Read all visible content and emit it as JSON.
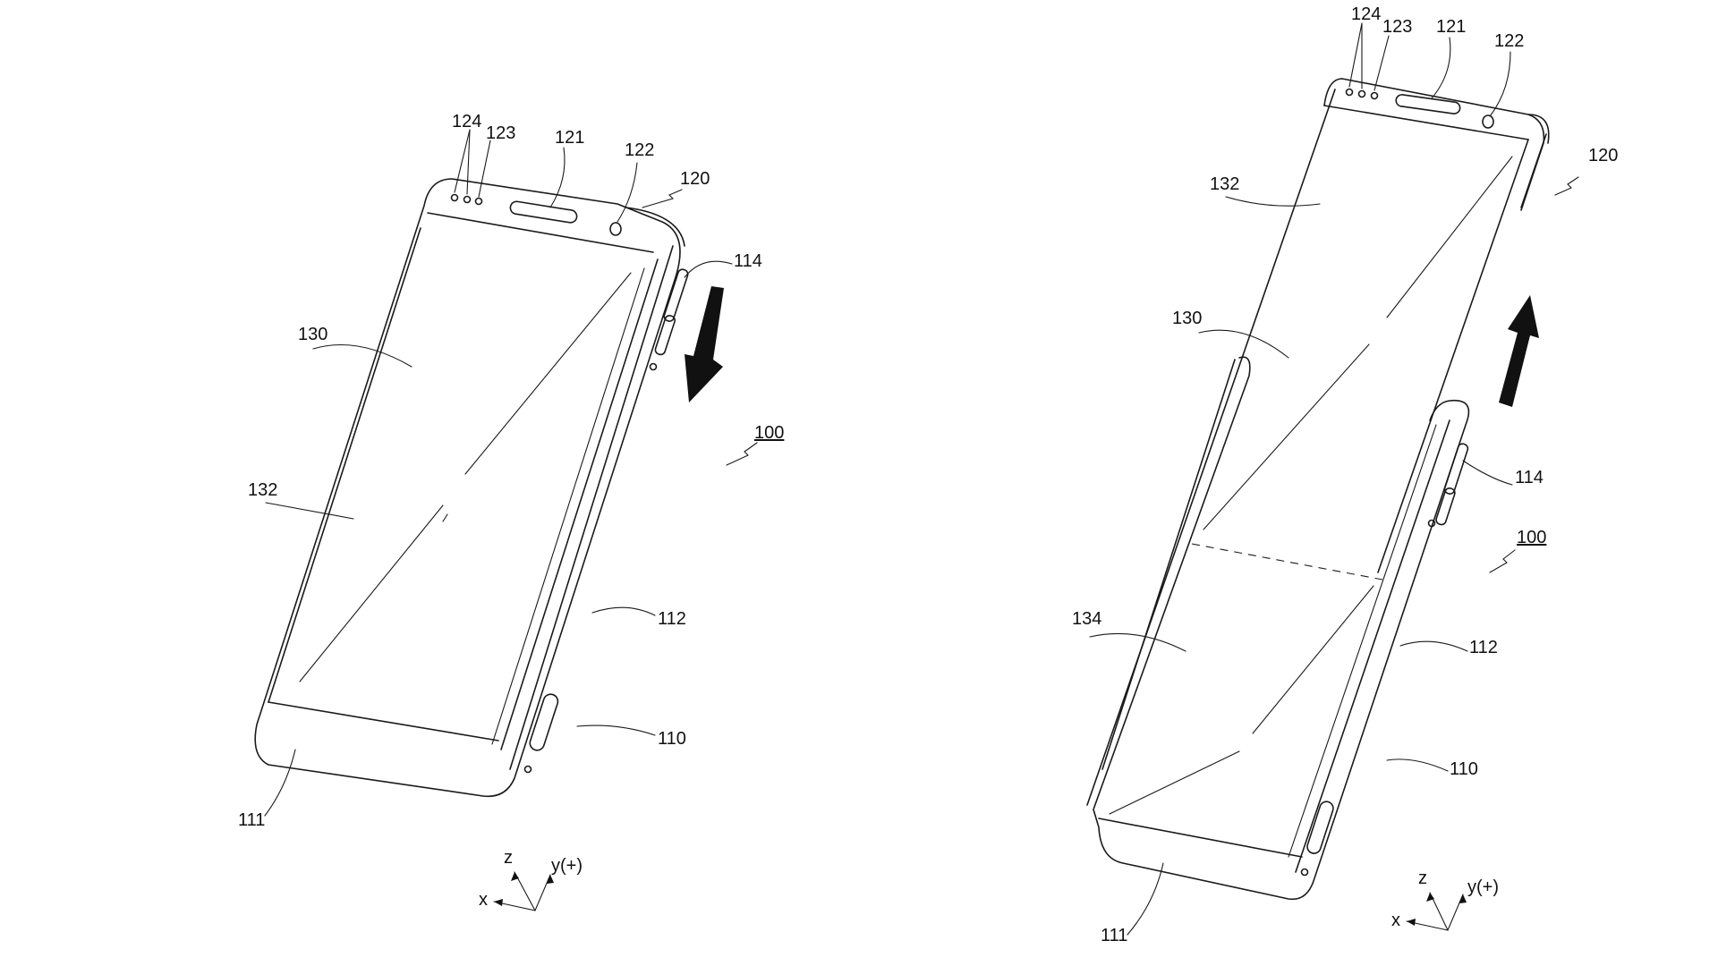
{
  "figures": [
    {
      "id": "closed",
      "labels": {
        "l124": "124",
        "l123": "123",
        "l121": "121",
        "l122": "122",
        "l120": "120",
        "l114": "114",
        "l130": "130",
        "l100": "100",
        "l132": "132",
        "l112": "112",
        "l110": "110",
        "l111": "111"
      },
      "axes": {
        "z": "z",
        "y": "y(+)",
        "x": "x"
      }
    },
    {
      "id": "extended",
      "labels": {
        "l124": "124",
        "l123": "123",
        "l121": "121",
        "l122": "122",
        "l120": "120",
        "l132": "132",
        "l130": "130",
        "l114": "114",
        "l100": "100",
        "l134": "134",
        "l112": "112",
        "l110": "110",
        "l111": "111"
      },
      "axes": {
        "z": "z",
        "y": "y(+)",
        "x": "x"
      }
    }
  ]
}
